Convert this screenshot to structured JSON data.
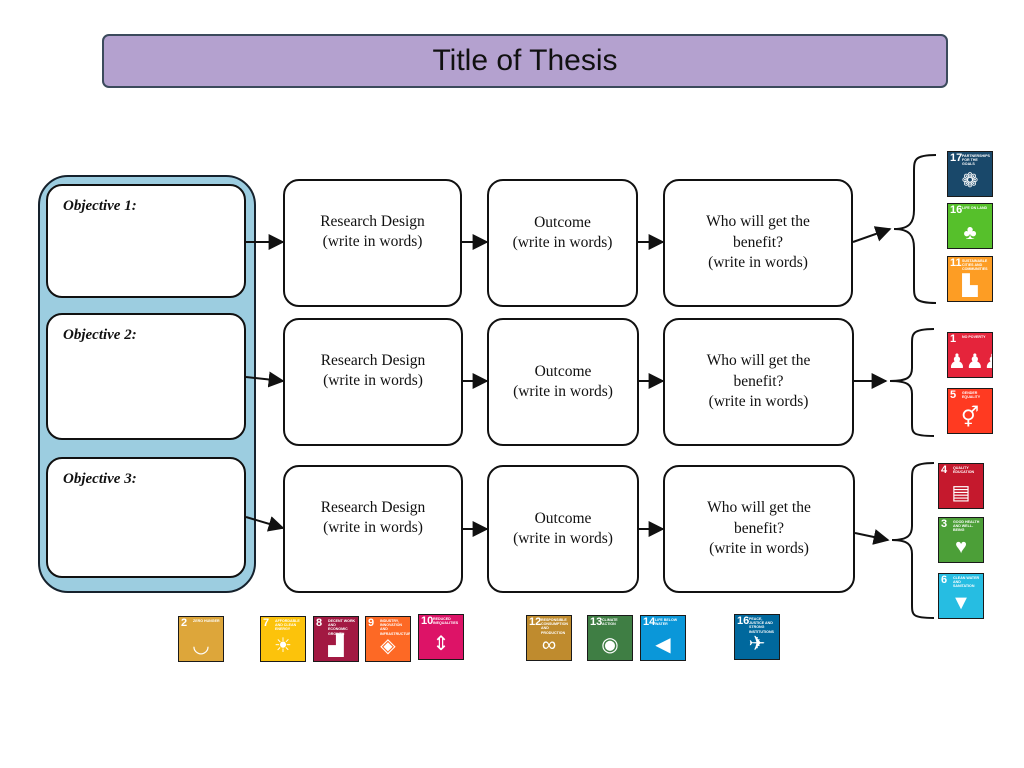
{
  "title": "Title of Thesis",
  "objectives": [
    "Objective 1:",
    "Objective 2:",
    "Objective 3:"
  ],
  "research_design": "Research Design\n(write in words)",
  "outcome": "Outcome\n(write in words)",
  "beneficiary": "Who will get the\nbenefit?\n(write in words)",
  "sdg_icons": {
    "row1": [
      {
        "num": "17",
        "label": "Partnerships for the goals",
        "color": "#19486a",
        "icon": "partnership-icon",
        "glyph": "❁"
      },
      {
        "num": "16",
        "label": "Life on land",
        "color": "#56c02b",
        "icon": "tree-icon",
        "glyph": "♣"
      },
      {
        "num": "11",
        "label": "Sustainable cities and communities",
        "color": "#fd9d24",
        "icon": "city-icon",
        "glyph": "▙"
      }
    ],
    "row2": [
      {
        "num": "1",
        "label": "No poverty",
        "color": "#e5243b",
        "icon": "family-icon",
        "glyph": "♟♟♟"
      },
      {
        "num": "5",
        "label": "Gender equality",
        "color": "#ff3a21",
        "icon": "gender-icon",
        "glyph": "⚥"
      }
    ],
    "row3": [
      {
        "num": "4",
        "label": "Quality education",
        "color": "#c5192d",
        "icon": "book-icon",
        "glyph": "▤"
      },
      {
        "num": "3",
        "label": "Good health and well-being",
        "color": "#4c9f38",
        "icon": "heartbeat-icon",
        "glyph": "♥"
      },
      {
        "num": "6",
        "label": "Clean water and sanitation",
        "color": "#26bde2",
        "icon": "water-icon",
        "glyph": "▼"
      }
    ],
    "bottom": [
      {
        "num": "2",
        "label": "Zero hunger",
        "color": "#dda63a",
        "icon": "bowl-icon",
        "glyph": "◡"
      },
      {
        "num": "7",
        "label": "Affordable and clean energy",
        "color": "#fcc30b",
        "icon": "sun-icon",
        "glyph": "☀"
      },
      {
        "num": "8",
        "label": "Decent work and economic growth",
        "color": "#a21942",
        "icon": "growth-chart-icon",
        "glyph": "▟"
      },
      {
        "num": "9",
        "label": "Industry, innovation and infrastructure",
        "color": "#fd6925",
        "icon": "cubes-icon",
        "glyph": "◈"
      },
      {
        "num": "10",
        "label": "Reduced inequalities",
        "color": "#dd1367",
        "icon": "equality-icon",
        "glyph": "⇕"
      },
      {
        "num": "12",
        "label": "Responsible consumption and production",
        "color": "#bf8b2e",
        "icon": "infinity-icon",
        "glyph": "∞"
      },
      {
        "num": "13",
        "label": "Climate action",
        "color": "#3f7e44",
        "icon": "eye-globe-icon",
        "glyph": "◉"
      },
      {
        "num": "14",
        "label": "Life below water",
        "color": "#0a97d9",
        "icon": "fish-icon",
        "glyph": "◀"
      },
      {
        "num": "16",
        "label": "Peace, justice and strong institutions",
        "color": "#00689d",
        "icon": "dove-icon",
        "glyph": "✈"
      }
    ]
  }
}
